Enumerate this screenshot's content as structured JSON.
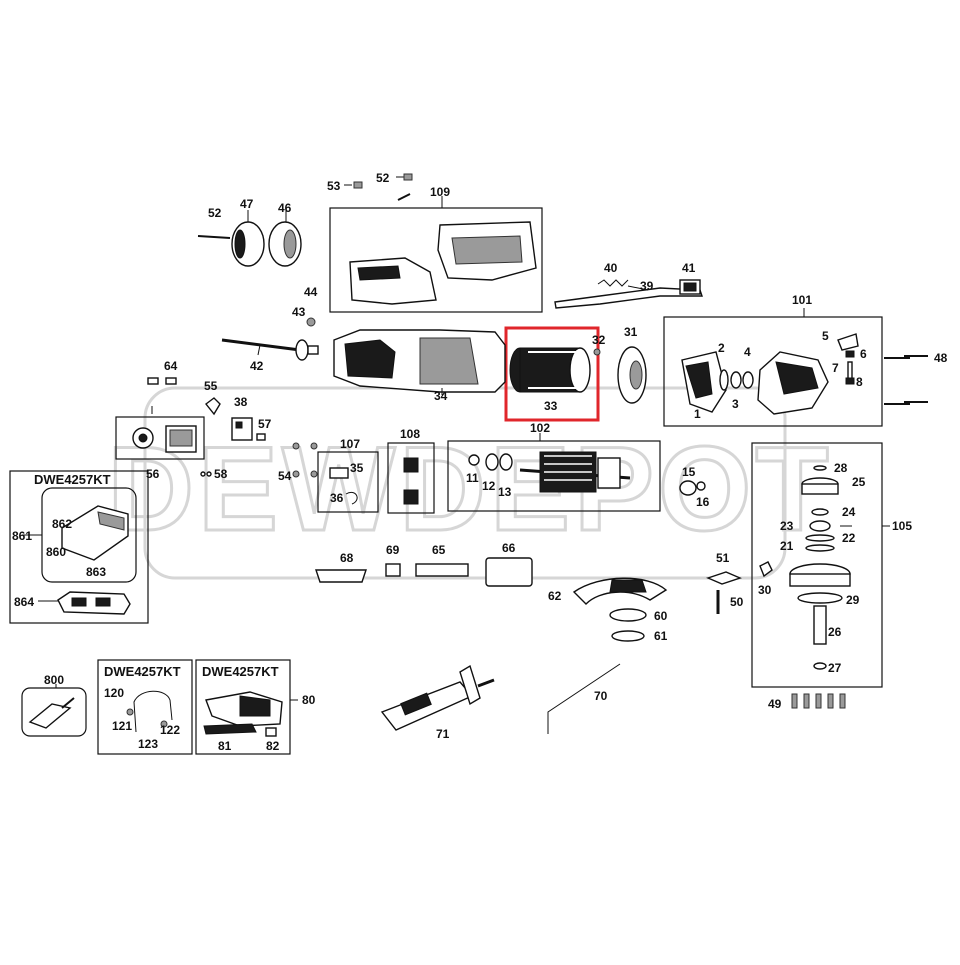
{
  "watermark": {
    "text": "DEWDEPOT"
  },
  "colors": {
    "highlight": "#e0262b",
    "ink": "#111111",
    "watermark": "#d6d6d6"
  },
  "kit_label": "DWE4257KT",
  "labels": {
    "p1": "1",
    "p2": "2",
    "p3": "3",
    "p4": "4",
    "p5": "5",
    "p6": "6",
    "p7": "7",
    "p8": "8",
    "p11": "11",
    "p12": "12",
    "p13": "13",
    "p15": "15",
    "p16": "16",
    "p21": "21",
    "p22": "22",
    "p23": "23",
    "p24": "24",
    "p25": "25",
    "p26": "26",
    "p27": "27",
    "p28": "28",
    "p29": "29",
    "p30": "30",
    "p31": "31",
    "p32": "32",
    "p33": "33",
    "p34": "34",
    "p35": "35",
    "p36": "36",
    "p38": "38",
    "p39": "39",
    "p40": "40",
    "p41": "41",
    "p42": "42",
    "p43": "43",
    "p44": "44",
    "p46": "46",
    "p47": "47",
    "p48": "48",
    "p49": "49",
    "p50": "50",
    "p51": "51",
    "p52a": "52",
    "p52b": "52",
    "p53": "53",
    "p54": "54",
    "p55": "55",
    "p56": "56",
    "p57": "57",
    "p58": "58",
    "p60": "60",
    "p61": "61",
    "p62": "62",
    "p64": "64",
    "p65": "65",
    "p66": "66",
    "p68": "68",
    "p69": "69",
    "p70": "70",
    "p71": "71",
    "p80": "80",
    "p81": "81",
    "p82": "82",
    "p101": "101",
    "p102": "102",
    "p105": "105",
    "p107": "107",
    "p108": "108",
    "p109": "109",
    "p120": "120",
    "p121": "121",
    "p122": "122",
    "p123": "123",
    "p800": "800",
    "p860": "860",
    "p861": "861",
    "p862": "862",
    "p863": "863",
    "p864": "864"
  }
}
